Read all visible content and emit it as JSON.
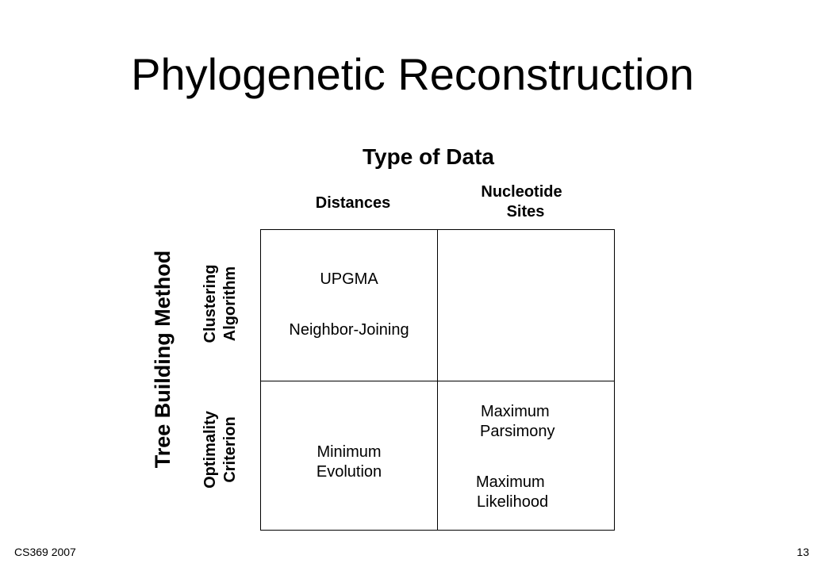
{
  "slide": {
    "title": "Phylogenetic Reconstruction",
    "data_axis_title": "Type of Data",
    "method_axis_title": "Tree Building Method",
    "columns": [
      {
        "line1": "Distances",
        "line2": ""
      },
      {
        "line1": "Nucleotide",
        "line2": "Sites"
      }
    ],
    "rows": [
      {
        "line1": "Clustering",
        "line2": "Algorithm"
      },
      {
        "line1": "Optimality",
        "line2": "Criterion"
      }
    ],
    "cells": {
      "clustering_distances": [
        "UPGMA",
        "Neighbor-Joining"
      ],
      "optimality_distances": {
        "line1": "Minimum",
        "line2": "Evolution"
      },
      "optimality_sites": [
        {
          "line1": "Maximum",
          "line2": "Parsimony"
        },
        {
          "line1": "Maximum",
          "line2": "Likelihood"
        }
      ]
    }
  },
  "footer": {
    "course": "CS369 2007",
    "page_number": "13"
  }
}
